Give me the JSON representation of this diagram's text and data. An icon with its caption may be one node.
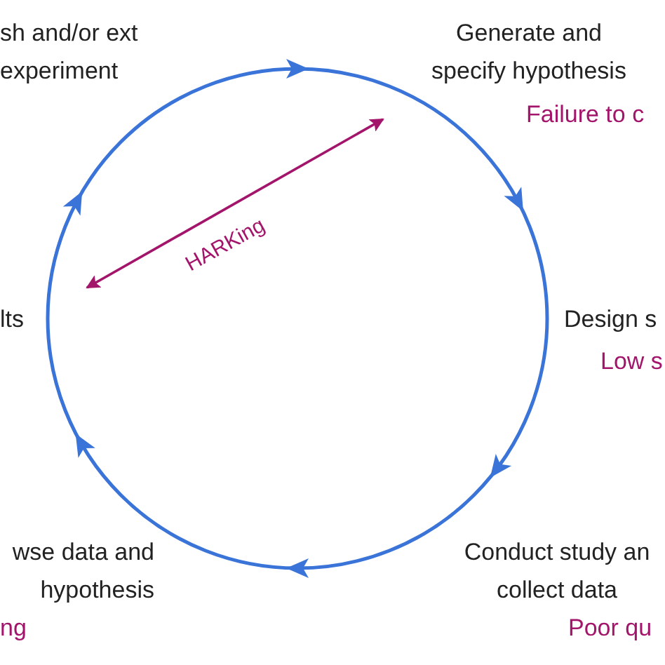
{
  "diagram": {
    "nodes": [
      {
        "text": [
          "sh and/or ext experiment"
        ]
      },
      {
        "text": [
          "Generate and specify hypothesis"
        ],
        "beside": [
          "Failure to c"
        ]
      },
      {
        "text": [
          "Design s"
        ],
        "beside": [
          "Low s"
        ]
      },
      {
        "text": [
          "Conduct study an collect data"
        ],
        "beside": [
          "Poor qu"
        ]
      },
      {
        "text": [
          "wse data and hypothesis"
        ],
        "beside": [
          "ng"
        ]
      },
      {
        "text": [
          "lts"
        ]
      }
    ],
    "labels": [
      "HARKing"
    ]
  }
}
